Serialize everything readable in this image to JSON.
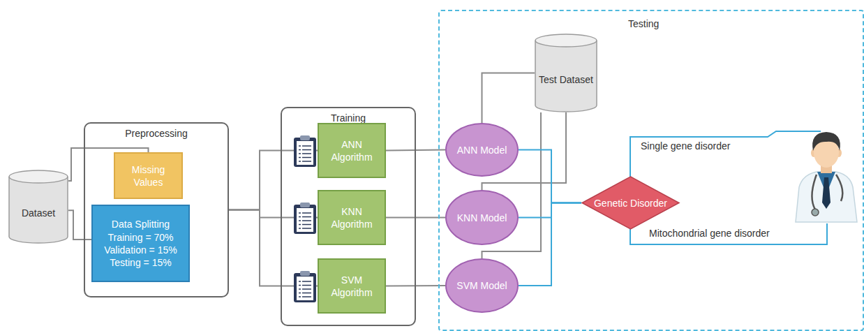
{
  "diagram": {
    "nodes": [
      {
        "text": [
          "Dataset"
        ]
      },
      {
        "text": [
          "Preprocessing"
        ]
      },
      {
        "text": [
          "Missing Values"
        ],
        "in": 1
      },
      {
        "text": [
          "Data Splitting",
          "Training = 70%",
          "Validation = 15%",
          "Testing = 15%"
        ],
        "in": 1
      },
      {
        "text": [
          "Training"
        ]
      },
      {
        "text": [
          "ANN Algorithm"
        ],
        "in": 4
      },
      {
        "text": [
          "KNN Algorithm"
        ],
        "in": 4
      },
      {
        "text": [
          "SVM Algorithm"
        ],
        "in": 4
      },
      {
        "text": [
          "Testing"
        ]
      },
      {
        "text": [
          "Test Dataset"
        ],
        "in": 8
      },
      {
        "text": [
          "ANN Model"
        ],
        "in": 8
      },
      {
        "text": [
          "KNN Model"
        ],
        "in": 8
      },
      {
        "text": [
          "SVM Model"
        ],
        "in": 8
      },
      {
        "text": [
          "Genetic Disorder"
        ],
        "in": 8
      }
    ],
    "edges": [
      {
        "from": 0,
        "to": 2,
        "arrow": "none"
      },
      {
        "from": 0,
        "to": 3,
        "arrow": "none"
      },
      {
        "from": 1,
        "to": 5,
        "arrow": "none"
      },
      {
        "from": 1,
        "to": 6,
        "arrow": "none"
      },
      {
        "from": 1,
        "to": 7,
        "arrow": "none"
      },
      {
        "from": 5,
        "to": 10,
        "arrow": "none"
      },
      {
        "from": 6,
        "to": 11,
        "arrow": "none"
      },
      {
        "from": 7,
        "to": 12,
        "arrow": "none"
      },
      {
        "from": 9,
        "to": 10,
        "arrow": "none"
      },
      {
        "from": 9,
        "to": 11,
        "arrow": "none"
      },
      {
        "from": 9,
        "to": 12,
        "arrow": "none"
      },
      {
        "from": 10,
        "to": 13,
        "arrow": "none"
      },
      {
        "from": 11,
        "to": 13,
        "arrow": "none"
      },
      {
        "from": 12,
        "to": 13,
        "arrow": "none"
      }
    ],
    "labels": [
      "Single gene disorder",
      "Mitochondrial gene disorder"
    ]
  }
}
